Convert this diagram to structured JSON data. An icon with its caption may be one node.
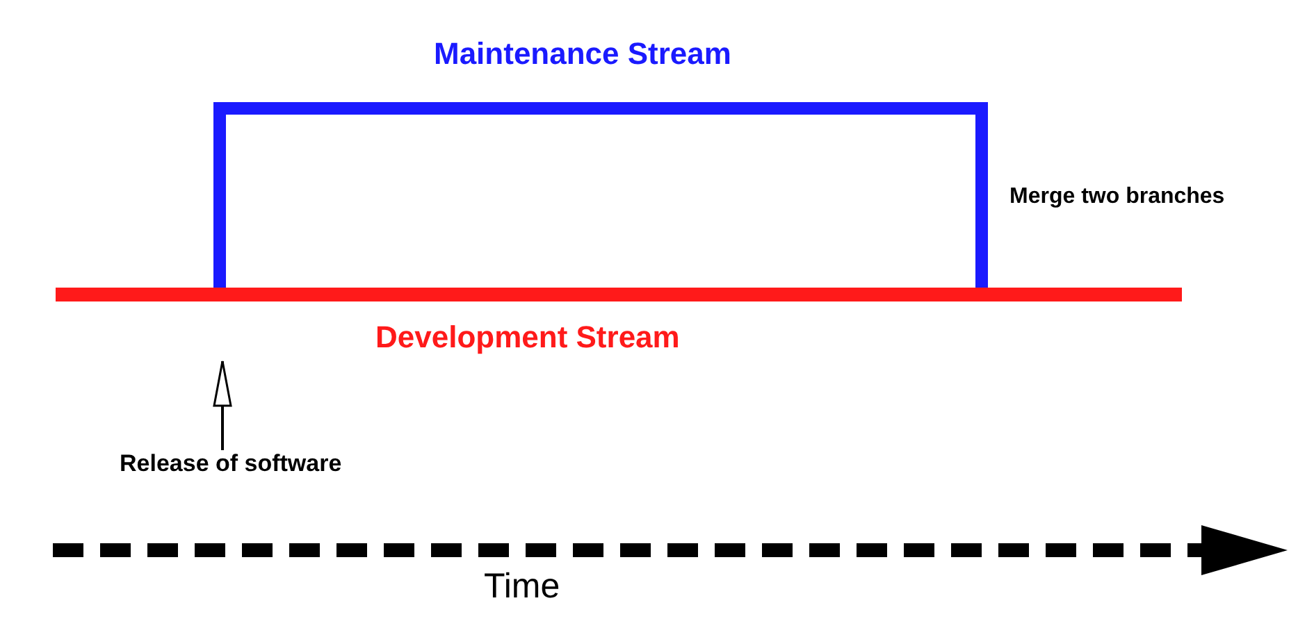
{
  "diagram": {
    "nodes": [
      {
        "text": [
          "Maintenance Stream"
        ]
      },
      {
        "text": [
          "Development Stream"
        ]
      },
      {
        "text": [
          "Release of software"
        ]
      }
    ],
    "edges": [
      {
        "from": 2,
        "to": 1,
        "arrow": "to"
      }
    ],
    "labels": [
      "Merge two branches",
      "Time"
    ]
  }
}
